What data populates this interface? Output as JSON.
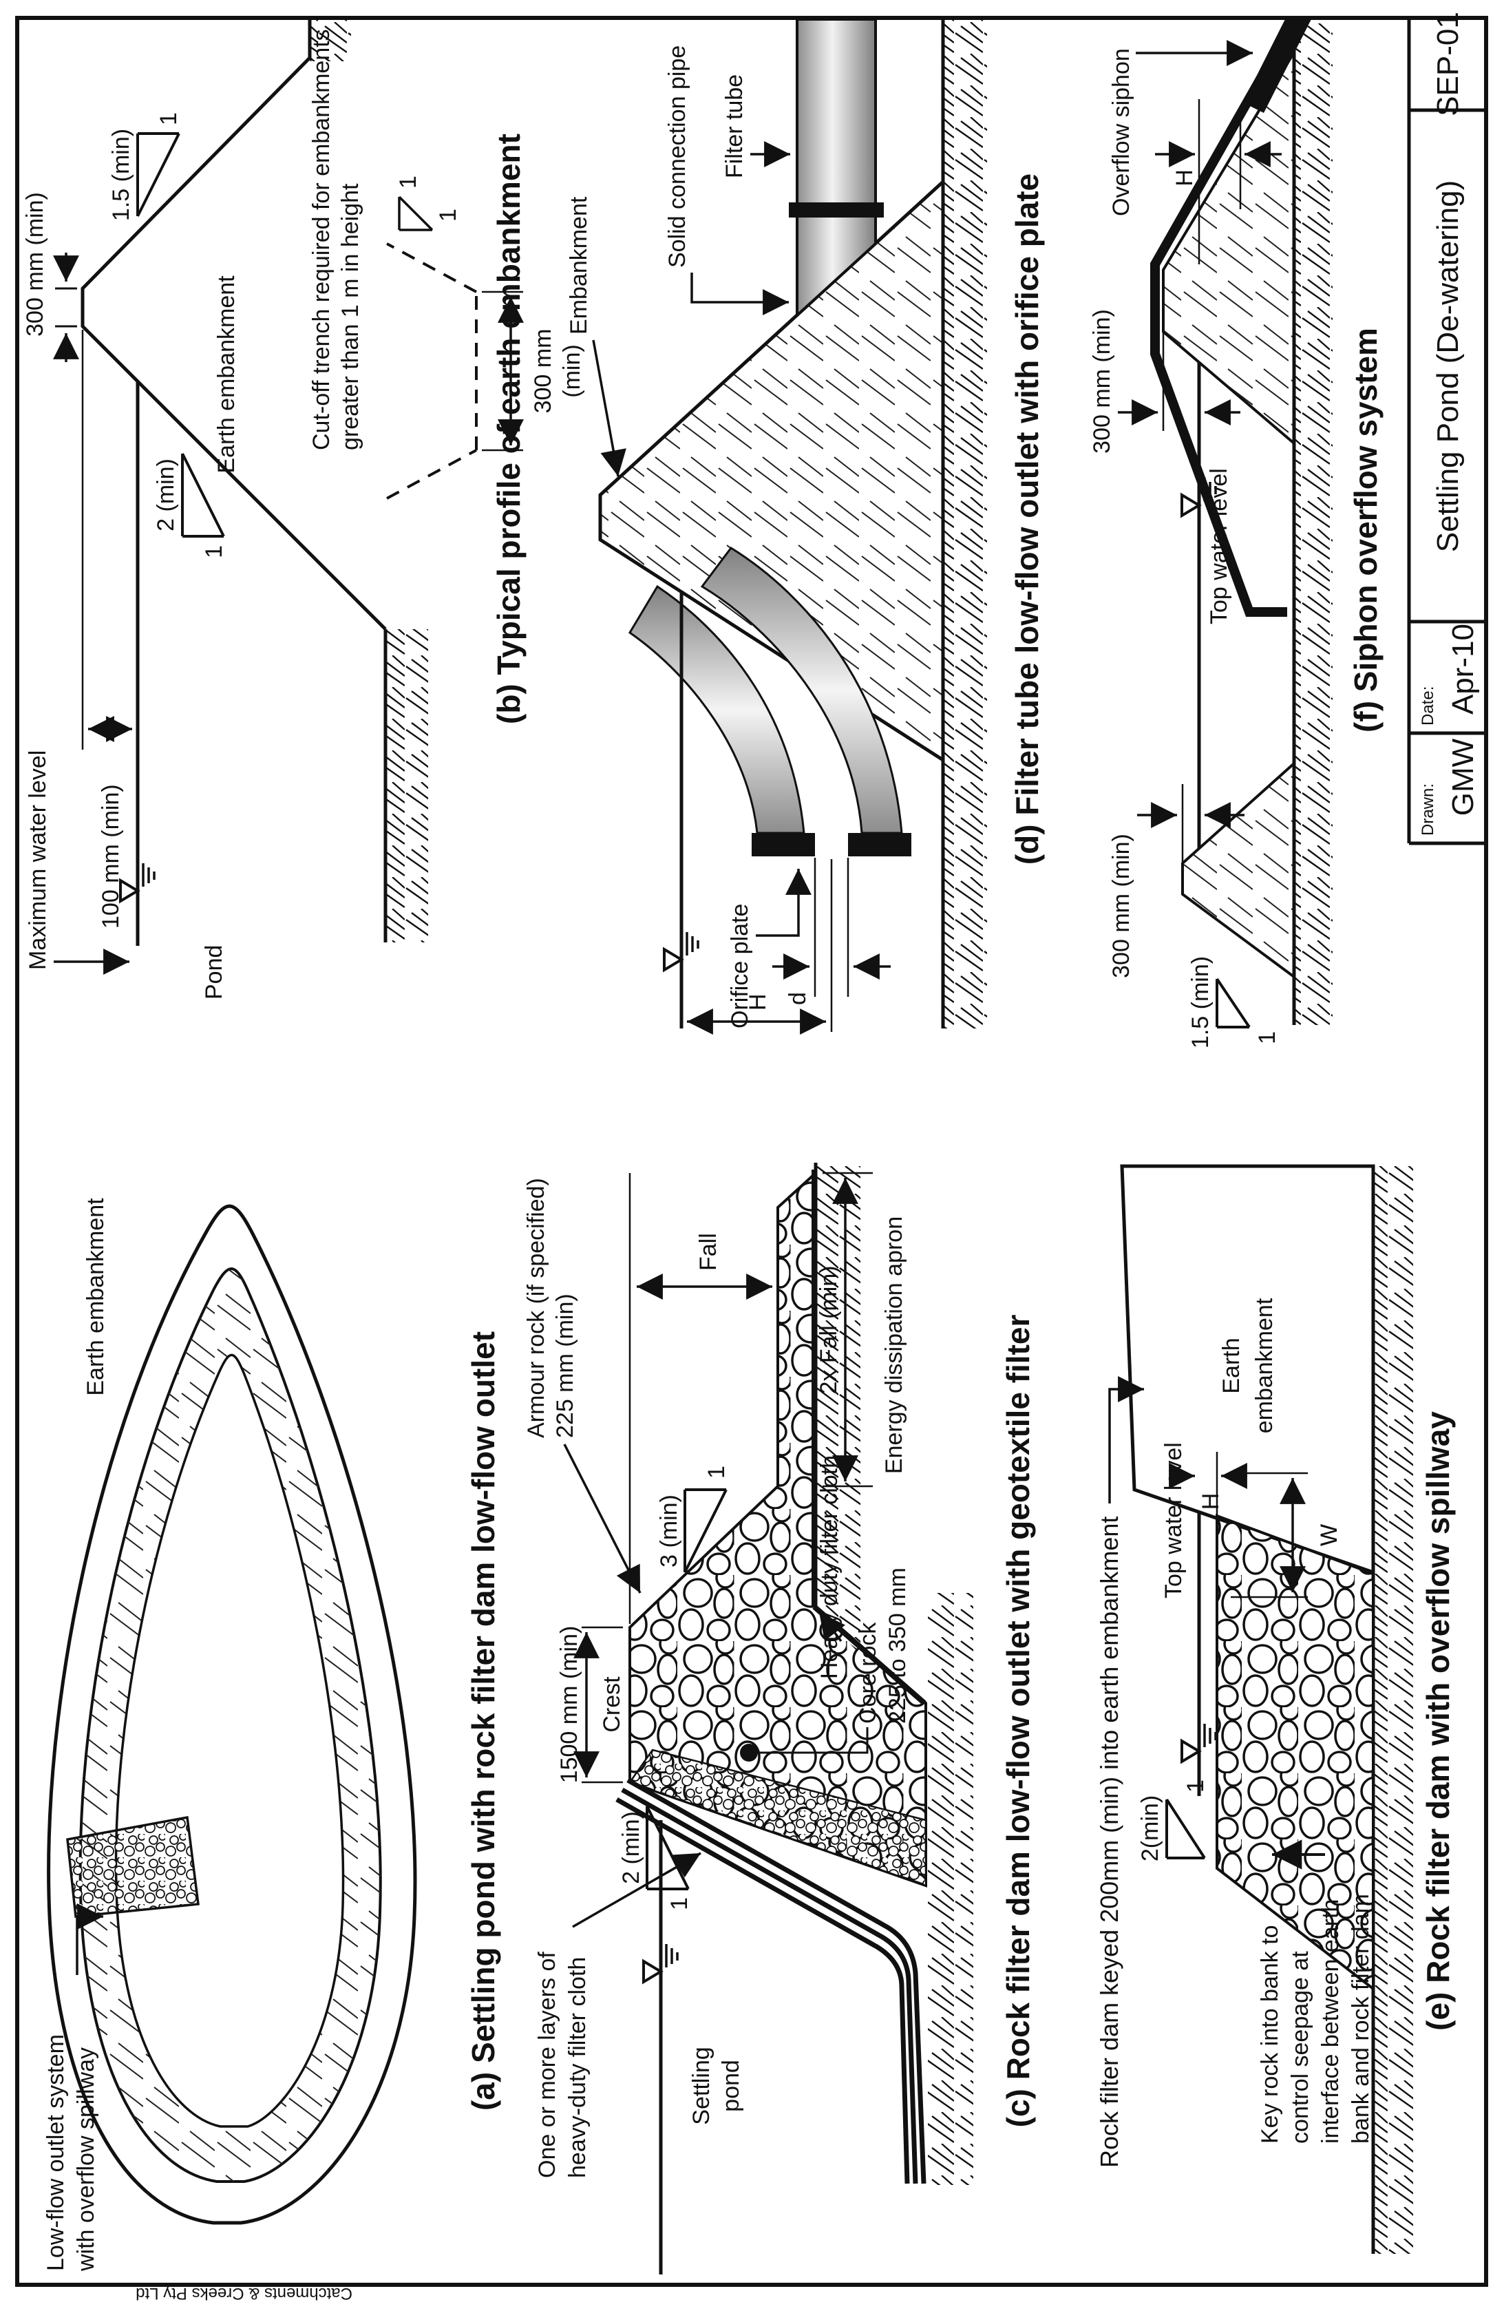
{
  "page": {
    "company": "Catchments & Creeks Pty Ltd",
    "titleblock": {
      "drawn_label": "Drawn:",
      "drawn": "GMW",
      "date_label": "Date:",
      "date": "Apr-10",
      "sheet_title": "Settling Pond (De-watering)",
      "sheet_code": "SEP-01"
    }
  },
  "shared": {
    "one": "1"
  },
  "a": {
    "title": "(a) Settling pond with rock filter dam low-flow outlet",
    "earth_embankment": "Earth embankment",
    "lowflow1": "Low-flow outlet system",
    "lowflow2": "with overflow spillway"
  },
  "b": {
    "title": "(b) Typical profile of earth embankment",
    "max_water": "Maximum water level",
    "mm100": "100 mm (min)",
    "mm300_crest": "300 mm (min)",
    "slope2": "2 (min)",
    "slope15": "1.5 (min)",
    "pond": "Pond",
    "earth_embankment": "Earth embankment",
    "cutoff1": "Cut-off trench required for embankments",
    "cutoff2": "greater than 1 m in height",
    "mm300a": "300 mm",
    "mm300b": "(min)"
  },
  "c": {
    "title": "(c) Rock filter dam low-flow outlet with geotextile filter",
    "layers1": "One or more layers of",
    "layers2": "heavy-duty filter cloth",
    "slope2": "2 (min)",
    "settling1": "Settling",
    "settling2": "pond",
    "mm1500": "1500 mm (min)",
    "crest": "Crest",
    "armour1": "Armour rock (if specified)",
    "armour2": "225 mm (min)",
    "fall": "Fall",
    "slope3": "3 (min)",
    "fall2x": "2x Fall (min)",
    "apron": "Energy dissipation apron",
    "heavy_cloth": "Heavy duty filter cloth",
    "core1": "Core rock",
    "core2": "225 to 350 mm"
  },
  "d": {
    "title": "(d) Filter tube low-flow outlet with orifice plate",
    "orifice": "Orifice plate",
    "H": "H",
    "d": "d",
    "embankment": "Embankment",
    "solid_pipe": "Solid connection pipe",
    "filter_tube": "Filter tube"
  },
  "e": {
    "title": "(e) Rock filter dam with overflow spillway",
    "keyed_note": "Rock filter dam keyed 200mm (min) into earth embankment",
    "earth1": "Earth",
    "earth2": "embankment",
    "twl": "Top water level",
    "H": "H",
    "W": "W",
    "slope2": "2(min)",
    "key1": "Key rock into bank to",
    "key2": "control seepage at",
    "key3": "interface between earth",
    "key4": "bank and rock filter dam"
  },
  "f": {
    "title": "(f) Siphon overflow system",
    "siphon": "Overflow siphon",
    "mm300": "300 mm (min)",
    "twl": "Top water level",
    "H": "H",
    "slope15": "1.5 (min)"
  }
}
